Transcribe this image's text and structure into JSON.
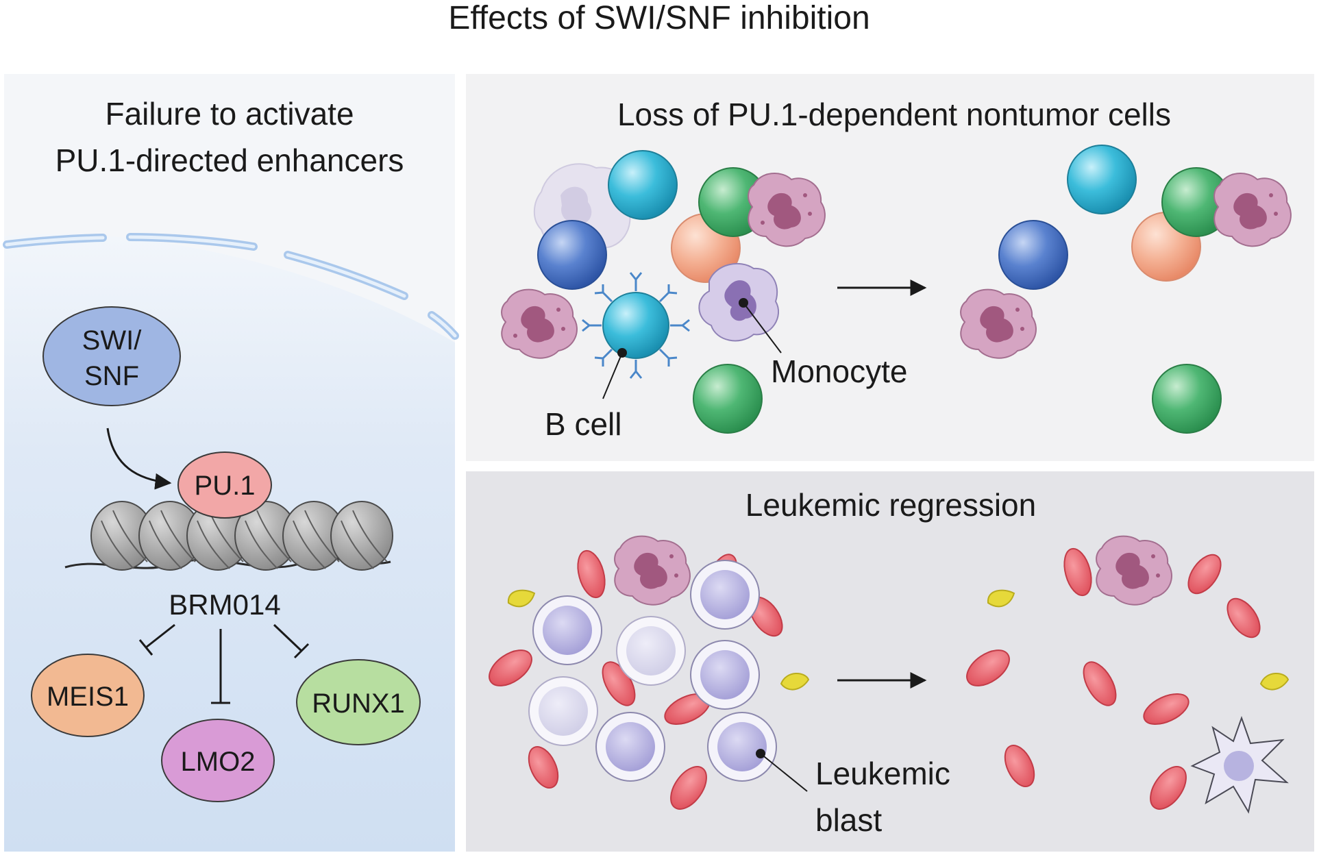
{
  "figure": {
    "title": "Effects of SWI/SNF inhibition"
  },
  "left_panel": {
    "heading_line1": "Failure to activate",
    "heading_line2": "PU.1-directed enhancers",
    "nodes": {
      "swisnf_line1": "SWI/",
      "swisnf_line2": "SNF",
      "pu1": "PU.1",
      "inhibitor": "BRM014",
      "meis1": "MEIS1",
      "lmo2": "LMO2",
      "runx1": "RUNX1"
    },
    "colors": {
      "swisnf": "#9fb6e3",
      "pu1": "#f2a7a7",
      "meis1": "#f2b992",
      "lmo2": "#d99bd6",
      "runx1": "#b7dea0",
      "nucleosome": "#9b9b9b",
      "background": "#e2ecf8"
    }
  },
  "top_right_panel": {
    "heading": "Loss of PU.1-dependent nontumor cells",
    "labels": {
      "b_cell": "B cell",
      "monocyte": "Monocyte"
    },
    "colors": {
      "cyan_cell": "#2fb4d3",
      "blue_cell": "#4a73c4",
      "green_cell": "#45b16b",
      "salmon_cell": "#f0a78a",
      "granulocyte": "#c986a8"
    }
  },
  "bottom_right_panel": {
    "heading": "Leukemic regression",
    "labels": {
      "blast_line1": "Leukemic",
      "blast_line2": "blast"
    },
    "colors": {
      "rbc": "#e8636d",
      "platelet": "#e6d93a",
      "blast": "#b7b3e0",
      "background": "#e4e4e8"
    }
  }
}
